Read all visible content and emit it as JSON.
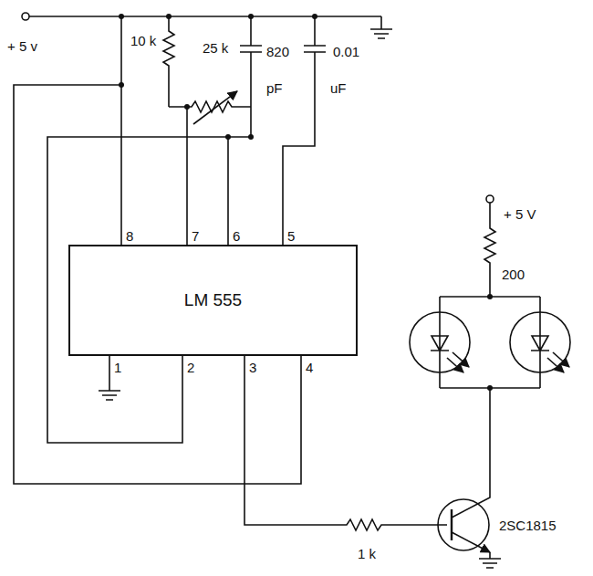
{
  "diagram": {
    "nodes": [
      {
        "text": [
          "LM 555"
        ]
      }
    ],
    "labels": [
      "+ 5 v",
      "10 k",
      "25 k",
      "820",
      "0.01",
      "pF",
      "uF",
      "8",
      "7",
      "6",
      "5",
      "1",
      "2",
      "3",
      "4",
      "+ 5 V",
      "200",
      "1 k",
      "2SC1815"
    ]
  }
}
